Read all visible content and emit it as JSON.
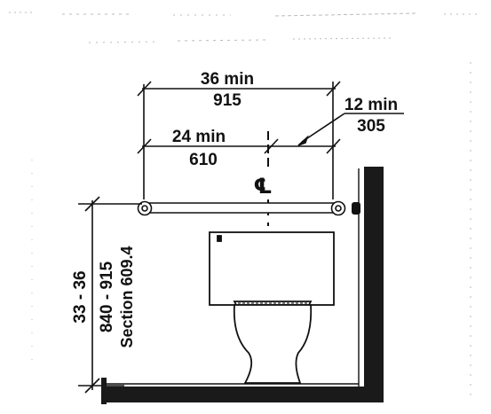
{
  "diagram": {
    "dim_overall_top": "36 min",
    "dim_overall_bottom": "915",
    "dim_inner_top": "24 min",
    "dim_inner_bottom": "610",
    "dim_wall_top": "12 min",
    "dim_wall_bottom": "305",
    "centerline_symbol": "℄",
    "height_range_imperial": "33 - 36",
    "height_range_metric": "840 - 915",
    "section_reference": "Section 609.4"
  },
  "colors": {
    "ink": "#111111",
    "paper": "#ffffff",
    "wall": "#1a1a1a",
    "seat_dash": "#777777"
  }
}
